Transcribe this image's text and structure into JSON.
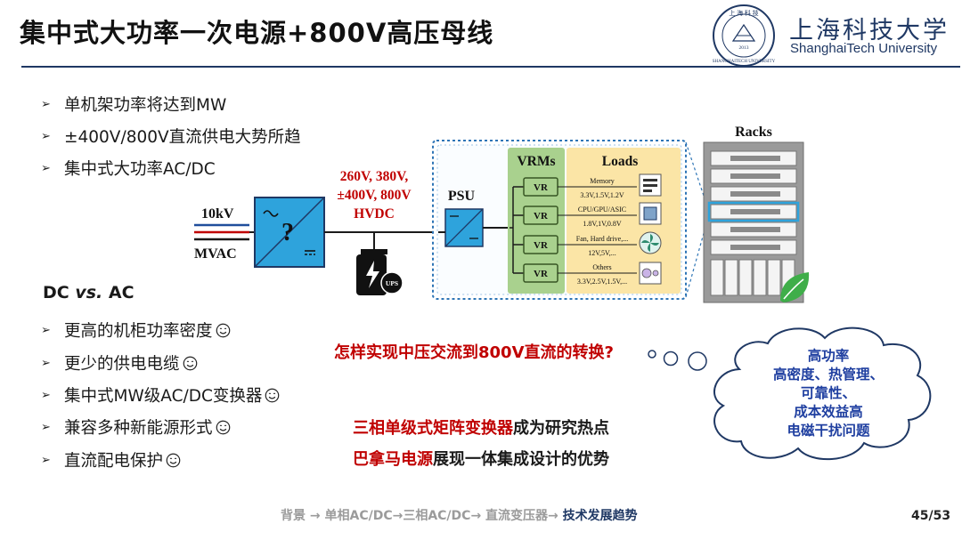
{
  "header": {
    "title": "集中式大功率一次电源+800V高压母线",
    "logo_cn": "上海科技大学",
    "logo_en": "ShanghaiTech University",
    "seal_top": "上 海 科 技",
    "seal_ring": "SHANGHAITECH UNIVERSITY",
    "seal_year": "2013"
  },
  "top_bullets": [
    {
      "text": "单机架功率将达到MW"
    },
    {
      "text": "±400V/800V直流供电大势所趋"
    },
    {
      "text": "集中式大功率AC/DC"
    }
  ],
  "dc_ac_heading": {
    "left": "DC ",
    "vs": "vs.",
    "right": " AC"
  },
  "advantages": [
    {
      "text": "更高的机柜功率密度",
      "icon": "smile-icon"
    },
    {
      "text": "更少的供电电缆",
      "icon": "smile-icon"
    },
    {
      "text": "集中式MW级AC/DC变换器",
      "icon": "smile-icon"
    },
    {
      "text": "兼容多种新能源形式",
      "icon": "smile-icon"
    },
    {
      "text": "直流配电保护",
      "icon": "smile-icon"
    }
  ],
  "diagram": {
    "input_voltage": "10kV",
    "input_type": "MVAC",
    "converter_symbol": "?",
    "hvdc_lines": [
      "260V, 380V,",
      "±400V, 800V",
      "HVDC"
    ],
    "ups_label": "UPS",
    "psu_label": "PSU",
    "vrms_label": "VRMs",
    "loads_label": "Loads",
    "vr_label": "VR",
    "loads": [
      {
        "name": "Memory",
        "volts": "3.3V,1.5V,1.2V"
      },
      {
        "name": "CPU/GPU/ASIC",
        "volts": "1.8V,1V,0.8V"
      },
      {
        "name": "Fan, Hard drive,...",
        "volts": "12V,5V,..."
      },
      {
        "name": "Others",
        "volts": "3.3V,2.5V,1.5V,..."
      }
    ],
    "racks_label": "Racks"
  },
  "question": "怎样实现中压交流到800V直流的转换?",
  "findings": [
    {
      "highlight": "三相单级式矩阵变换器",
      "rest": "成为研究热点"
    },
    {
      "highlight": "巴拿马电源",
      "rest": "展现一体集成设计的优势"
    }
  ],
  "cloud_lines": [
    "高功率",
    "高密度、热管理、",
    "可靠性、",
    "成本效益高",
    "电磁干扰问题"
  ],
  "footer": {
    "trail": "背景 → 单相AC/DC→三相AC/DC→ 直流变压器→ ",
    "current": "技术发展趋势",
    "page": "45/53"
  },
  "colors": {
    "accent_navy": "#1f3864",
    "highlight_red": "#c00000",
    "vrm_green": "#a9d18e",
    "loads_yellow": "#fbe5a6",
    "converter_blue": "#2ea3dc",
    "cloud_text_blue": "#1f3fa0"
  }
}
